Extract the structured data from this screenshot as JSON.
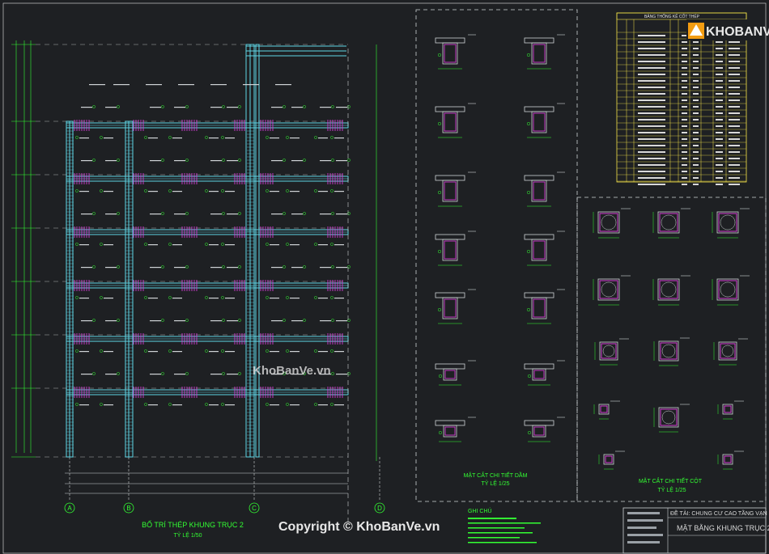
{
  "drawing": {
    "frame_title": "BỐ TRÍ THÉP KHUNG TRỤC 2",
    "frame_scale": "TỶ LỆ 1/50",
    "axes": [
      "A",
      "B",
      "C",
      "D"
    ],
    "beam_sections_title": "MẶT CẮT CHI TIẾT DẦM",
    "beam_sections_scale": "TỶ LỆ 1/25",
    "column_sections_title": "MẶT CẮT CHI TIẾT CỘT",
    "column_sections_scale": "TỶ LỆ 1/25",
    "notes_title": "GHI CHÚ",
    "rebar_table_title": "BẢNG THỐNG KÊ CỐT THÉP",
    "title_block": {
      "project": "ĐỀ TÀI: CHUNG CƯ CAO TẦNG VẠN KHÊ",
      "sheet": "MẶT BẰNG KHUNG TRỤC 2"
    }
  },
  "watermarks": {
    "center": "KhoBanVe.vn",
    "copyright": "Copyright © KhoBanVe.vn",
    "logo": "KHOBANVE"
  },
  "colors": {
    "background": "#1e2023",
    "cyan_lines": "#5fd6e6",
    "magenta_stirrups": "#d23bd2",
    "green_text": "#33ff33",
    "yellow_table": "#f4e34a",
    "logo_orange": "#f39c12"
  }
}
